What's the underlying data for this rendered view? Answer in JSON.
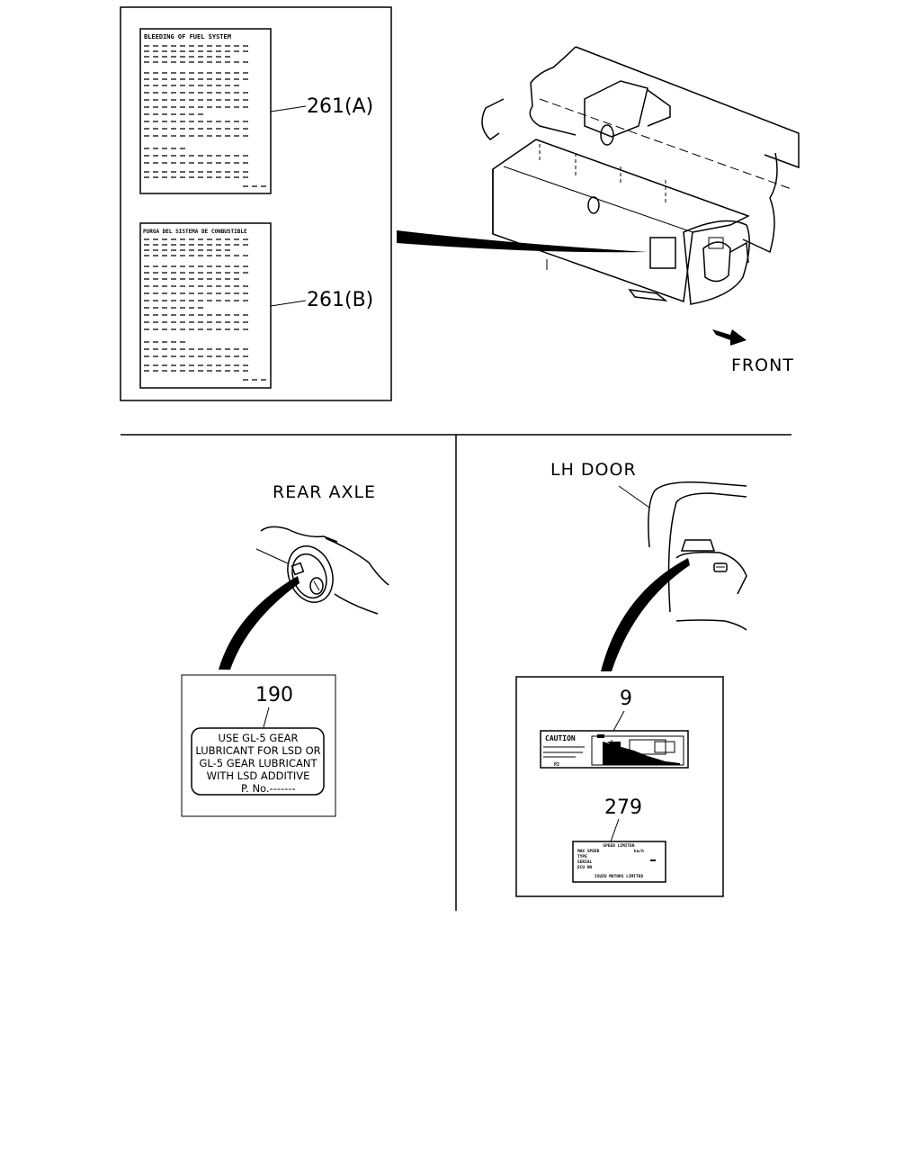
{
  "fuel_labels": {
    "label_a_title": "BLEEDING OF FUEL SYSTEM",
    "label_b_title": "PURGA DEL SISTEMA DE CONBUSTIBLE",
    "callout_a": "261(A)",
    "callout_b": "261(B)"
  },
  "front_label": "FRONT",
  "rear_axle": {
    "heading": "REAR AXLE",
    "callout": "190",
    "label_lines": [
      "USE GL-5 GEAR",
      "LUBRICANT FOR LSD OR",
      "GL-5 GEAR LUBRICANT",
      "WITH LSD ADDITIVE",
      "P. No.-------"
    ]
  },
  "lh_door": {
    "heading": "LH DOOR",
    "callout_caution": "9",
    "caution_text": "CAUTION",
    "callout_speed": "279",
    "speed_label_lines": [
      "SPEED LIMITER",
      "MAX SPEED",
      "TYPE",
      "SERIAL",
      "ECU NO",
      "ISUZU MOTORS LIMITED"
    ]
  }
}
